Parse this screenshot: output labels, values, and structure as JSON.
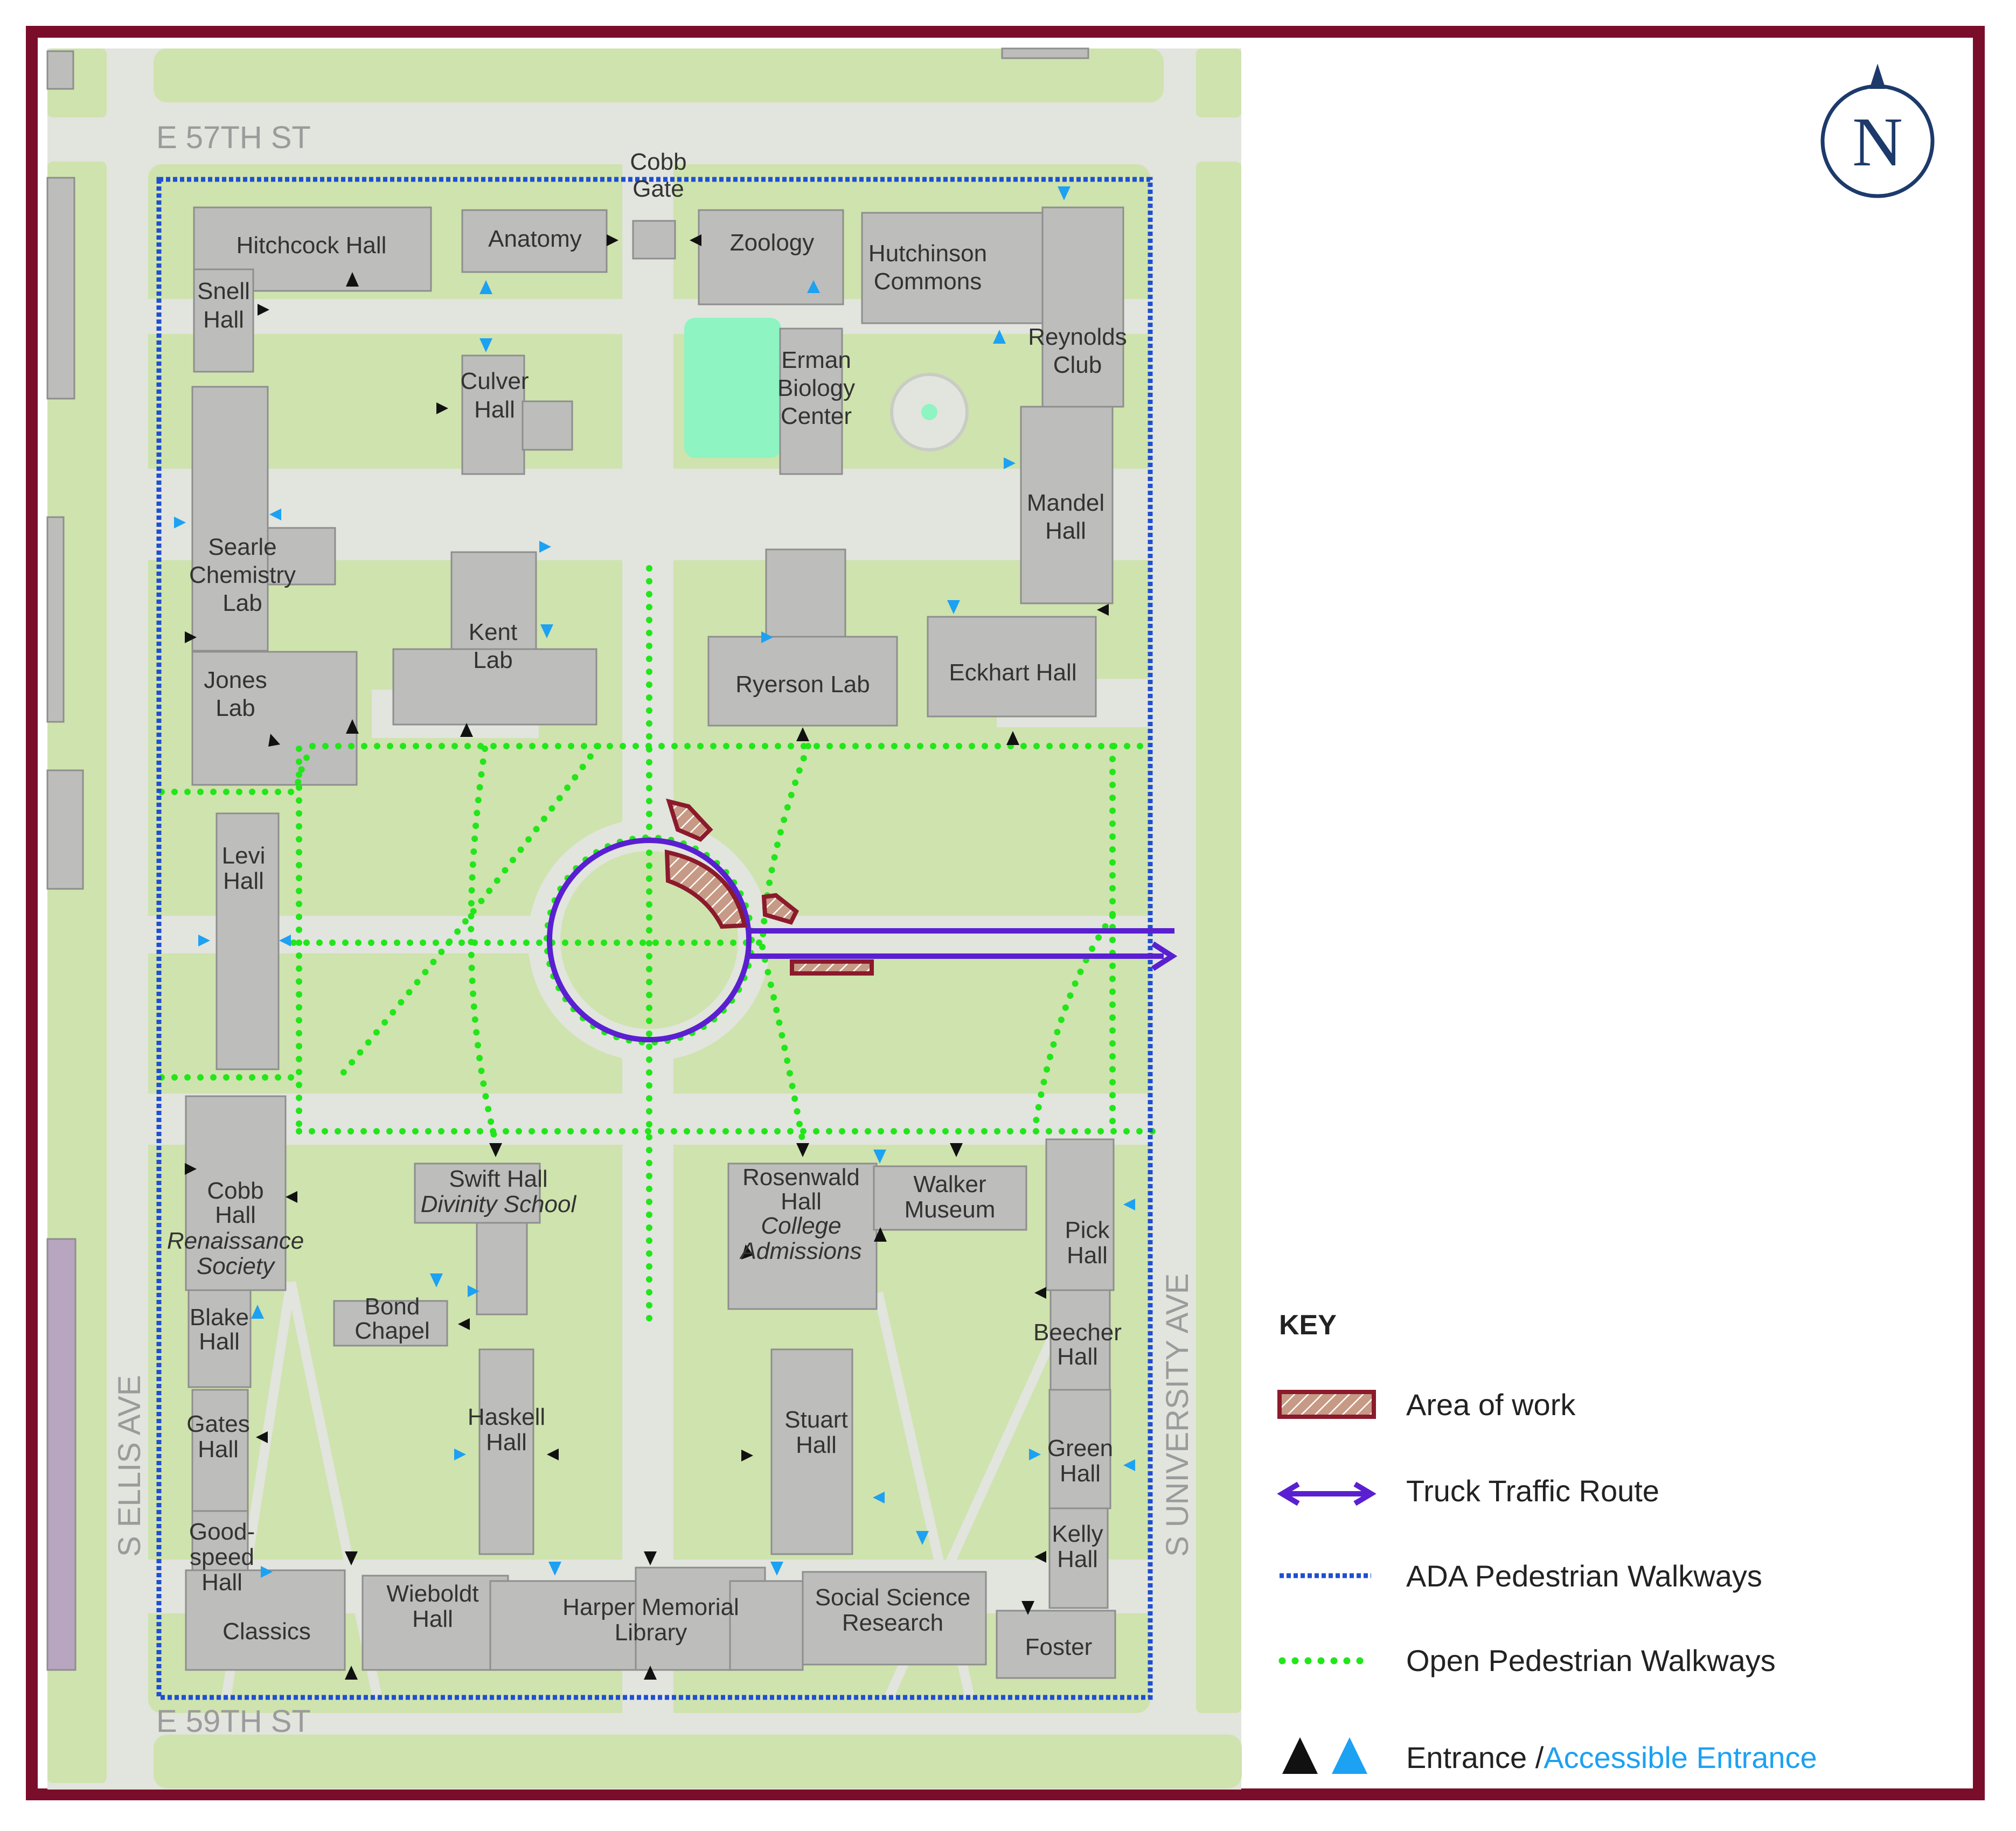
{
  "streets": {
    "north": "E 57TH ST",
    "south": "E 59TH ST",
    "west": "S ELLIS AVE",
    "east": "S UNIVERSITY AVE"
  },
  "compass": {
    "label": "N"
  },
  "buildings": {
    "hitchcock": "Hitchcock Hall",
    "snell_1": "Snell",
    "snell_2": "Hall",
    "anatomy": "Anatomy",
    "cobb_gate_1": "Cobb",
    "cobb_gate_2": "Gate",
    "zoology": "Zoology",
    "hutchinson_1": "Hutchinson",
    "hutchinson_2": "Commons",
    "reynolds_1": "Reynolds",
    "reynolds_2": "Club",
    "culver_1": "Culver",
    "culver_2": "Hall",
    "erman_1": "Erman",
    "erman_2": "Biology",
    "erman_3": "Center",
    "mandel_1": "Mandel",
    "mandel_2": "Hall",
    "searle_1": "Searle",
    "searle_2": "Chemistry",
    "searle_3": "Lab",
    "kent_1": "Kent",
    "kent_2": "Lab",
    "ryerson": "Ryerson Lab",
    "eckhart": "Eckhart Hall",
    "jones_1": "Jones",
    "jones_2": "Lab",
    "levi_1": "Levi",
    "levi_2": "Hall",
    "cobb_1": "Cobb",
    "cobb_2": "Hall",
    "cobb_3": "Renaissance",
    "cobb_4": "Society",
    "swift_1": "Swift Hall",
    "swift_2": "Divinity School",
    "rosenwald_1": "Rosenwald",
    "rosenwald_2": "Hall",
    "rosenwald_3": "College",
    "rosenwald_4": "Admissions",
    "walker_1": "Walker",
    "walker_2": "Museum",
    "pick_1": "Pick",
    "pick_2": "Hall",
    "bond_1": "Bond",
    "bond_2": "Chapel",
    "blake_1": "Blake",
    "blake_2": "Hall",
    "beecher_1": "Beecher",
    "beecher_2": "Hall",
    "haskell_1": "Haskell",
    "haskell_2": "Hall",
    "stuart_1": "Stuart",
    "stuart_2": "Hall",
    "gates_1": "Gates",
    "gates_2": "Hall",
    "green_1": "Green",
    "green_2": "Hall",
    "goodspeed_1": "Good-",
    "goodspeed_2": "speed",
    "goodspeed_3": "Hall",
    "kelly_1": "Kelly",
    "kelly_2": "Hall",
    "classics": "Classics",
    "wieboldt_1": "Wieboldt",
    "wieboldt_2": "Hall",
    "harper_1": "Harper Memorial",
    "harper_2": "Library",
    "ssr_1": "Social Science",
    "ssr_2": "Research",
    "foster": "Foster"
  },
  "legend": {
    "title": "KEY",
    "area_of_work": "Area of work",
    "truck_route": "Truck Traffic Route",
    "ada_walkways": "ADA Pedestrian Walkways",
    "open_walkways": "Open Pedestrian Walkways",
    "entrance": "Entrance /",
    "accessible_entrance": "Accessible Entrance"
  },
  "colors": {
    "frame": "#7a0e2a",
    "lawn": "#cfe3ae",
    "path": "#e2e4de",
    "building": "#bdbdbb",
    "work_area": "#8b1a2b",
    "truck_route": "#5a1fd1",
    "ada_walkway": "#1f4fd1",
    "open_walkway": "#22e61a",
    "entrance": "#111111",
    "accessible_entrance": "#1da1f2",
    "compass": "#1d3a6b"
  },
  "icons": {
    "compass": "compass-rose-icon",
    "entrance": "triangle-icon",
    "accessible": "blue-triangle-icon"
  }
}
